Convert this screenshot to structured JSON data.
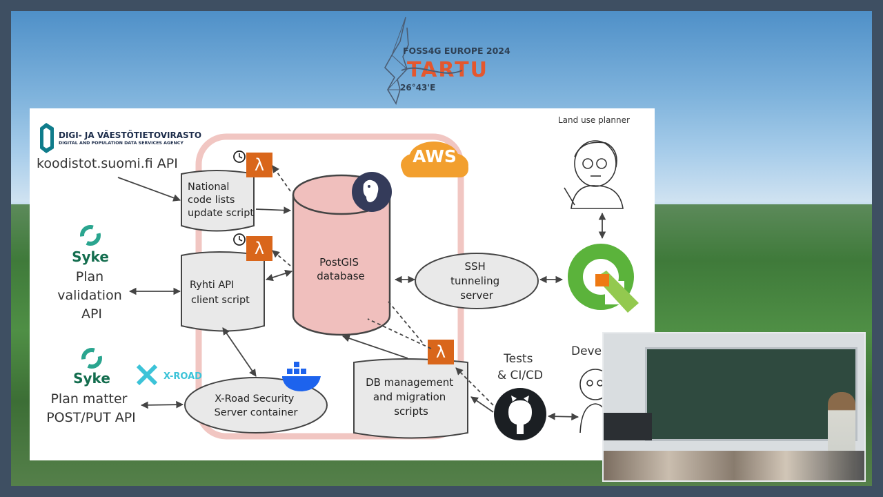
{
  "event": {
    "name": "FOSS4G EUROPE 2024",
    "city": "TARTU",
    "coords": "26°43'E"
  },
  "agency": {
    "name_fi": "DIGI- JA VÄESTÖTIETOVIRASTO",
    "name_en": "DIGITAL AND POPULATION DATA SERVICES AGENCY"
  },
  "diagram": {
    "koodistot": "koodistot.suomi.fi API",
    "aws": "AWS",
    "national_script": [
      "National",
      "code lists",
      "update script"
    ],
    "ryhti_script": [
      "Ryhti API",
      "client script"
    ],
    "postgis": [
      "PostGIS",
      "database"
    ],
    "ssh": [
      "SSH",
      "tunneling",
      "server"
    ],
    "land_use": "Land use planner",
    "syke_1": "Syke",
    "plan_validation": [
      "Plan",
      "validation",
      "API"
    ],
    "syke_2": "Syke",
    "xroad_logo": "X-ROAD",
    "plan_matter": [
      "Plan matter",
      "POST/PUT API"
    ],
    "xroad_container": [
      "X-Road Security",
      "Server container"
    ],
    "db_mgmt": [
      "DB management",
      "and migration",
      "scripts"
    ],
    "tests": [
      "Tests",
      "& CI/CD"
    ],
    "developer": "Deve",
    "lambda": "λ"
  },
  "colors": {
    "aws_orange": "#f29f2e",
    "lambda_orange": "#d9661b",
    "pink": "#f1c6c2",
    "syke_teal": "#2aa58f",
    "syke_green": "#136d4e",
    "xroad_cyan": "#3cc3d8",
    "docker_blue": "#1d63ed",
    "qgis_green": "#5bb33b",
    "dvv_teal": "#0f7c8b"
  }
}
